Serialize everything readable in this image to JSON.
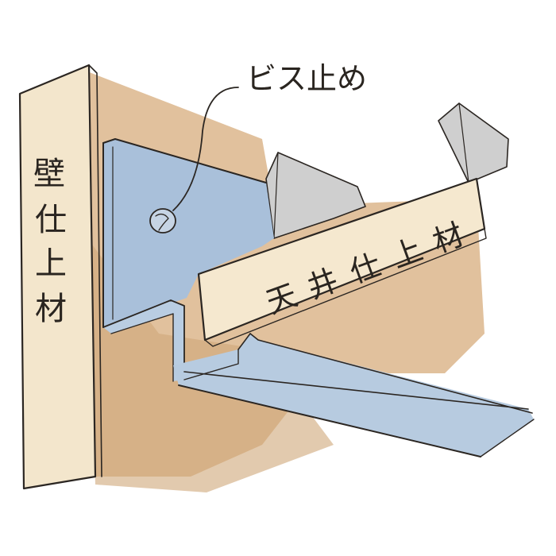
{
  "labels": {
    "screw": "ビス止め",
    "wall_finish": [
      "壁",
      "仕",
      "上",
      "材"
    ],
    "ceiling_finish": [
      "天",
      "井",
      "仕",
      "上",
      "材"
    ]
  },
  "colors": {
    "wall_tan": "#d9b58e",
    "wall_board": "#f1e2c6",
    "metal_blue": "#a8bfd8",
    "metal_grey": "#c8c8c8",
    "ink": "#2b2622"
  }
}
